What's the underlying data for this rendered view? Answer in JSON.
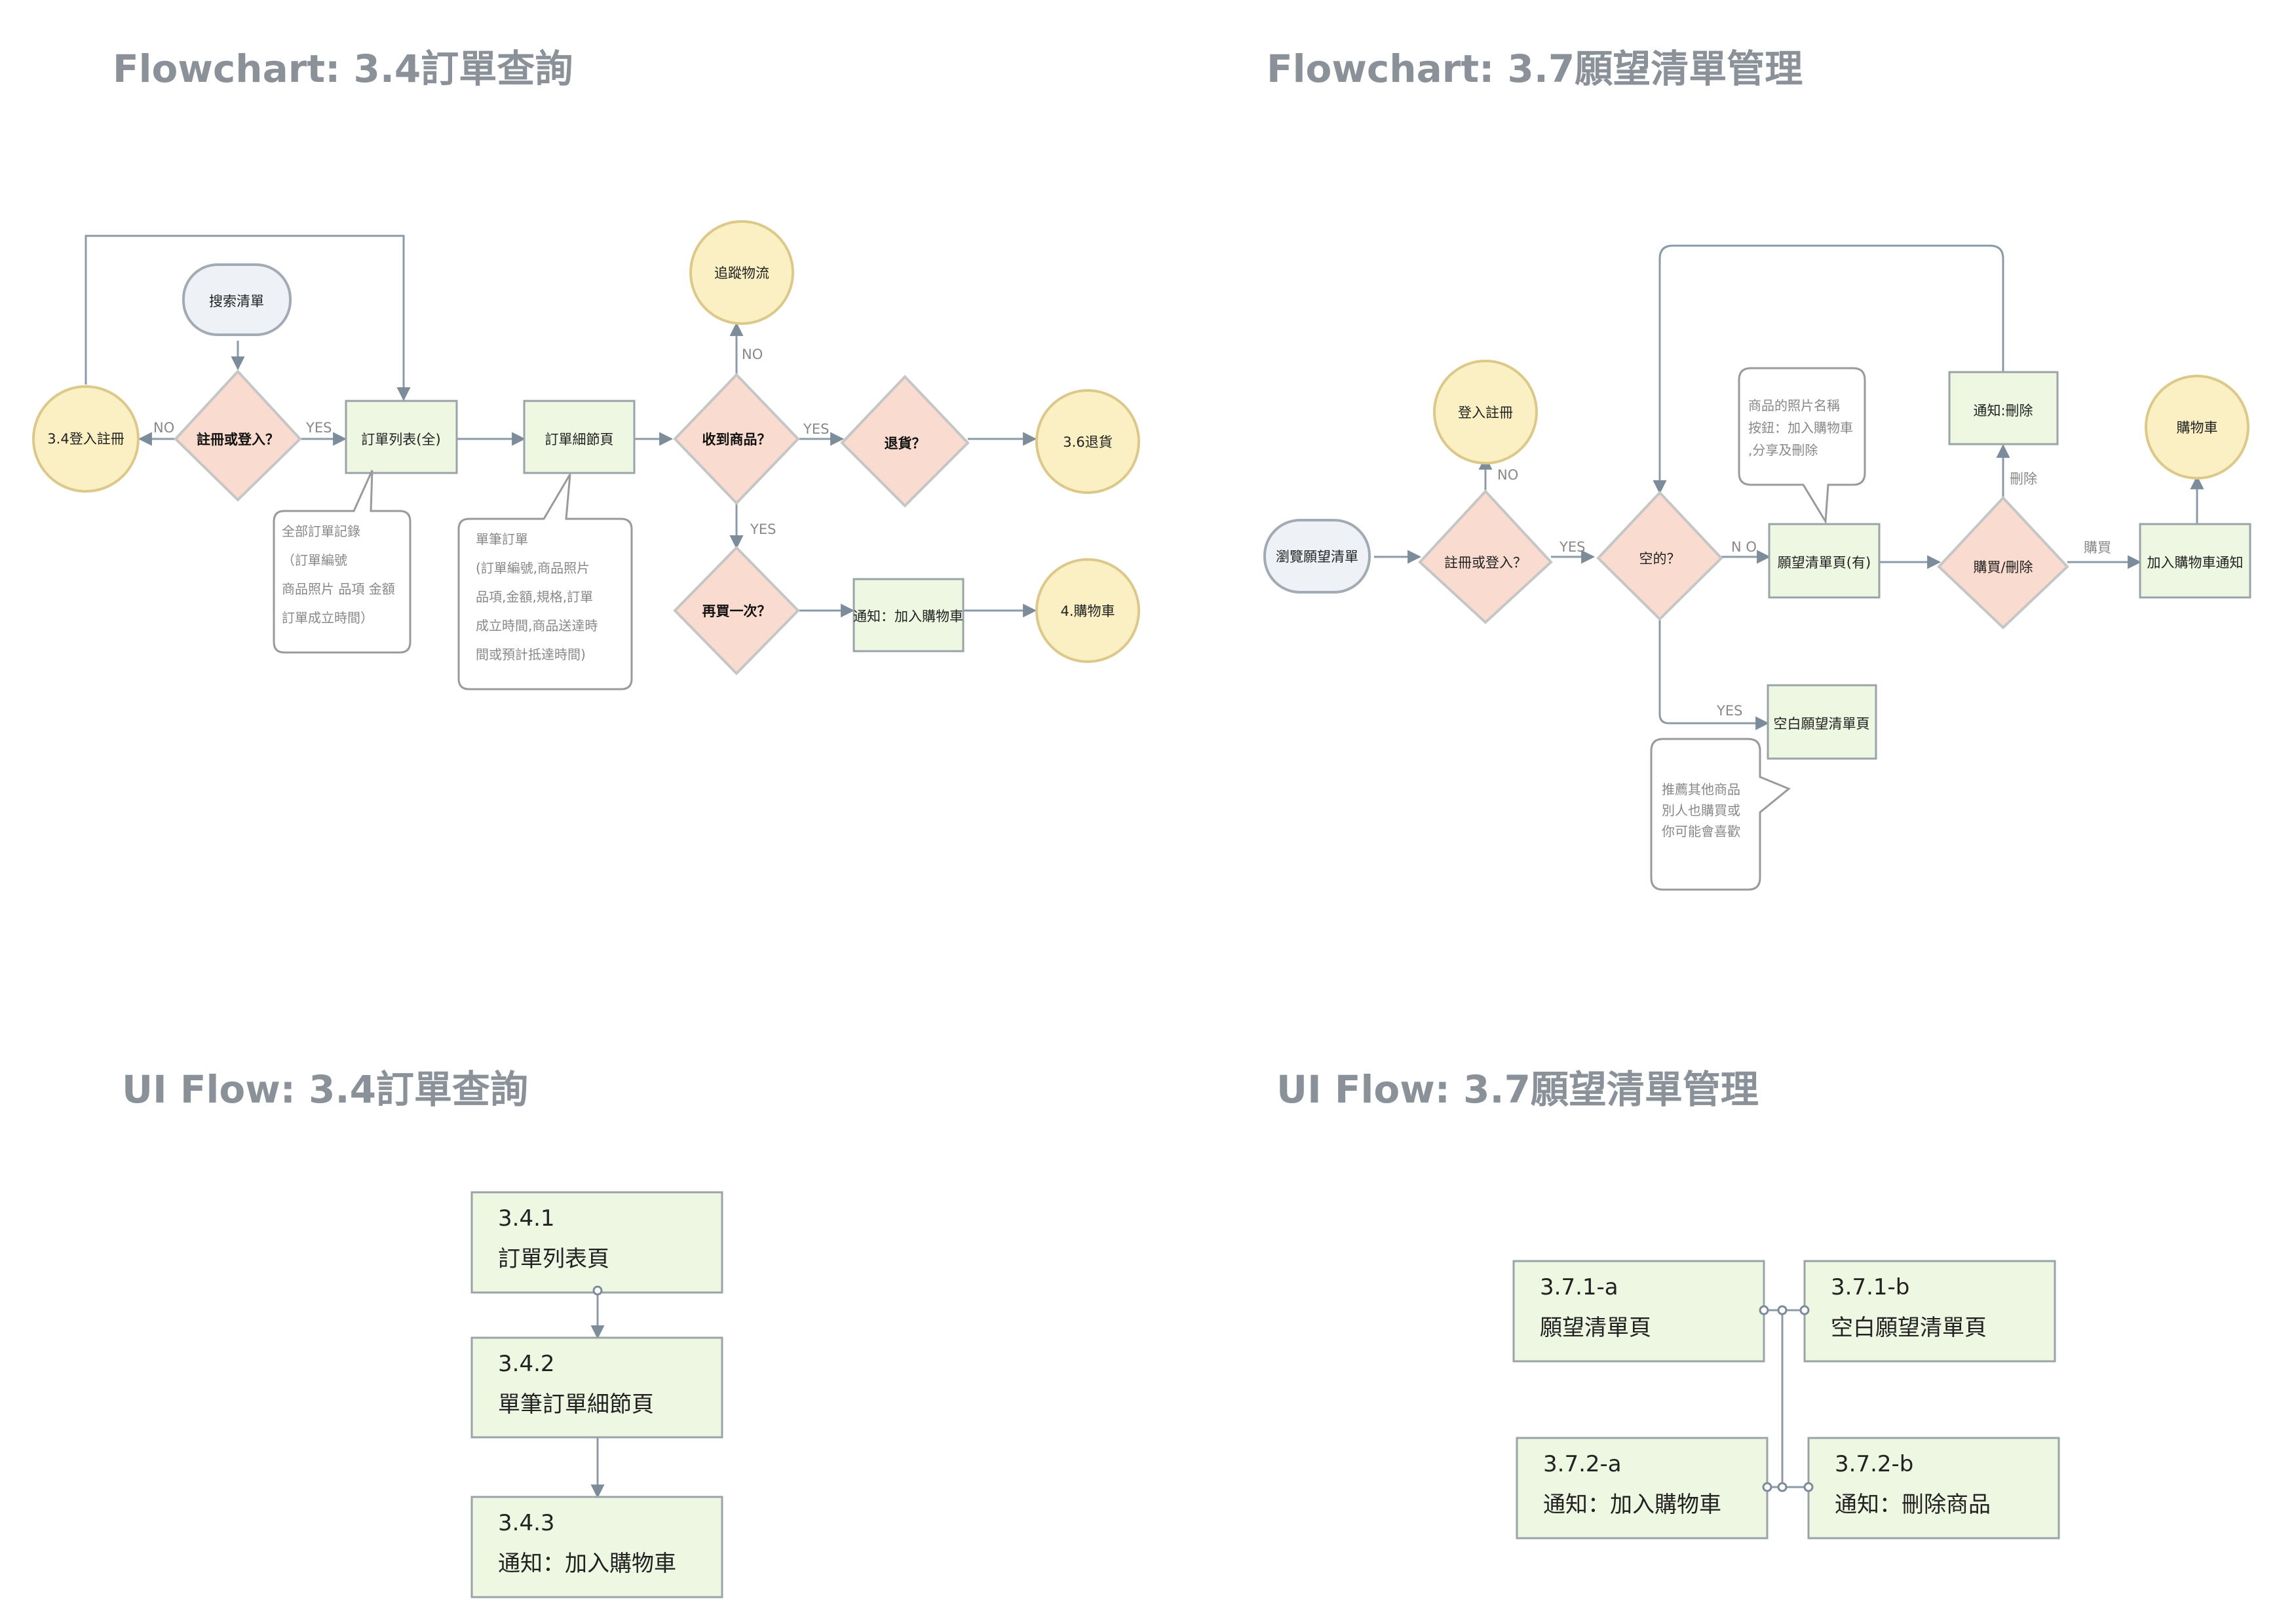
{
  "titles": {
    "fc_order": "Flowchart: 3.4訂單查詢",
    "fc_wish": "Flowchart: 3.7願望清單管理",
    "ui_order": "UI Flow: 3.4訂單查詢",
    "ui_wish": "UI Flow: 3.7願望清單管理"
  },
  "order_flow": {
    "search_list": "搜索清單",
    "login_register": "3.4登入註冊",
    "register_or_login": "註冊或登入？",
    "order_list": "訂單列表(全)",
    "order_detail": "訂單細節頁",
    "received": "收到商品？",
    "return_q": "退貨？",
    "return_page": "3.6退貨",
    "track": "追蹤物流",
    "buy_again": "再買一次？",
    "notify_cart": "通知：加入購物車",
    "cart": "4.購物車",
    "no1": "NO",
    "yes1": "YES",
    "yes2": "YES",
    "no2": "NO",
    "yes3": "YES",
    "note_all": [
      "全部訂單記錄",
      "（訂單編號",
      "商品照片 品項 金額",
      "訂單成立時間）"
    ],
    "note_single": [
      "單筆訂單",
      "(訂單編號,商品照片",
      "品項,金額,規格,訂單",
      "成立時間,商品送達時",
      "間或預計抵達時間)"
    ]
  },
  "wish_flow": {
    "browse": "瀏覽願望清單",
    "register_or_login": "註冊或登入？",
    "login_register": "登入註冊",
    "empty_q": "空的？",
    "wishlist_has": "願望清單頁(有)",
    "empty_wishlist": "空白願望清單頁",
    "buy_delete": "購買/刪除",
    "notify_delete": "通知:刪除",
    "notify_add": "加入購物車通知",
    "cart": "購物車",
    "no_login": "NO",
    "yes_login": "YES",
    "no_empty": "N O",
    "yes_empty": "YES",
    "delete": "刪除",
    "buy": "購買",
    "note_item": [
      "商品的照片名稱",
      "按鈕：加入購物車",
      ",分享及刪除"
    ],
    "note_recommend": [
      "推薦其他商品",
      "別人也購買或",
      "你可能會喜歡"
    ]
  },
  "ui_order": [
    {
      "code": "3.4.1",
      "name": "訂單列表頁"
    },
    {
      "code": "3.4.2",
      "name": "單筆訂單細節頁"
    },
    {
      "code": "3.4.3",
      "name": "通知：加入購物車"
    }
  ],
  "ui_wish": [
    {
      "code": "3.7.1-a",
      "name": "願望清單頁"
    },
    {
      "code": "3.7.1-b",
      "name": "空白願望清單頁"
    },
    {
      "code": "3.7.2-a",
      "name": "通知：加入購物車"
    },
    {
      "code": "3.7.2-b",
      "name": "通知：刪除商品"
    }
  ]
}
